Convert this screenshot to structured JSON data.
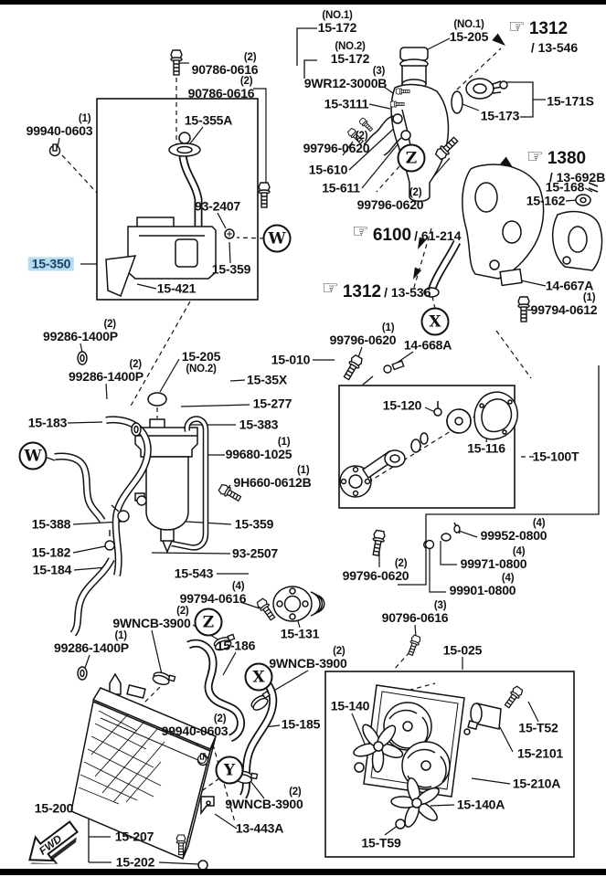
{
  "colors": {
    "highlight_bg": "#b5dcef",
    "highlight_text": "#14406b",
    "line": "#111111"
  },
  "view_markers": [
    "W",
    "Z",
    "X",
    "W",
    "Z",
    "X",
    "Y"
  ],
  "fwd": {
    "label": "FWD"
  },
  "callouts": [
    {
      "code": "1312",
      "ref": "/ 13-546"
    },
    {
      "code": "1380",
      "ref": "/ 13-692B"
    },
    {
      "code": "6100",
      "ref": "/ 61-214"
    },
    {
      "code": "1312",
      "ref": "/ 13-536"
    }
  ],
  "labels": [
    {
      "qty": "(2)",
      "part": "90786-0616"
    },
    {
      "qty": "(2)",
      "part": "90786-0616"
    },
    {
      "qty": "(1)",
      "part": "99940-0603"
    },
    {
      "part": "15-355A"
    },
    {
      "part": "93-2407"
    },
    {
      "part": "15-350",
      "highlighted": true
    },
    {
      "part": "15-359"
    },
    {
      "part": "15-421"
    },
    {
      "note": "(NO.1)",
      "part": "15-172"
    },
    {
      "note": "(NO.2)",
      "part": "15-172"
    },
    {
      "qty": "(3)",
      "part": "9WR12-3000B"
    },
    {
      "part": "15-3111"
    },
    {
      "note": "(NO.1)",
      "part": "15-205"
    },
    {
      "part": "15-173"
    },
    {
      "part": "15-171S"
    },
    {
      "qty": "(2)",
      "part": "99796-0620"
    },
    {
      "part": "15-610"
    },
    {
      "part": "15-611"
    },
    {
      "qty": "(2)",
      "part": "99796-0620"
    },
    {
      "part": "15-168"
    },
    {
      "part": "15-162"
    },
    {
      "part": "14-667A"
    },
    {
      "qty": "(1)",
      "part": "99794-0612"
    },
    {
      "part": "15-010"
    },
    {
      "qty": "(1)",
      "part": "99796-0620"
    },
    {
      "part": "14-668A"
    },
    {
      "part": "15-120"
    },
    {
      "part": "15-116"
    },
    {
      "part": "15-100T"
    },
    {
      "qty": "(2)",
      "part": "99286-1400P"
    },
    {
      "qty": "(2)",
      "part": "99286-1400P"
    },
    {
      "part": "15-205",
      "note": "(NO.2)"
    },
    {
      "part": "15-35X"
    },
    {
      "part": "15-277"
    },
    {
      "part": "15-183"
    },
    {
      "part": "15-383"
    },
    {
      "qty": "(1)",
      "part": "99680-1025"
    },
    {
      "qty": "(1)",
      "part": "9H660-0612B"
    },
    {
      "part": "15-388"
    },
    {
      "part": "15-359"
    },
    {
      "part": "15-182"
    },
    {
      "part": "93-2507"
    },
    {
      "part": "15-184"
    },
    {
      "part": "15-543"
    },
    {
      "qty": "(4)",
      "part": "99794-0616"
    },
    {
      "part": "15-131"
    },
    {
      "qty": "(2)",
      "part": "9WNCB-3900"
    },
    {
      "part": "15-186"
    },
    {
      "qty": "(2)",
      "part": "9WNCB-3900"
    },
    {
      "qty": "(1)",
      "part": "99286-1400P"
    },
    {
      "qty": "(2)",
      "part": "99940-0603"
    },
    {
      "part": "15-185"
    },
    {
      "qty": "(2)",
      "part": "9WNCB-3900"
    },
    {
      "part": "13-443A"
    },
    {
      "part": "15-200"
    },
    {
      "part": "15-207"
    },
    {
      "part": "15-202"
    },
    {
      "qty": "(4)",
      "part": "99952-0800"
    },
    {
      "qty": "(4)",
      "part": "99971-0800"
    },
    {
      "qty": "(4)",
      "part": "99901-0800"
    },
    {
      "qty": "(2)",
      "part": "99796-0620"
    },
    {
      "qty": "(3)",
      "part": "90796-0616"
    },
    {
      "part": "15-025"
    },
    {
      "part": "15-140"
    },
    {
      "part": "15-T52"
    },
    {
      "part": "15-2101"
    },
    {
      "part": "15-210A"
    },
    {
      "part": "15-140A"
    },
    {
      "part": "15-T59"
    }
  ]
}
